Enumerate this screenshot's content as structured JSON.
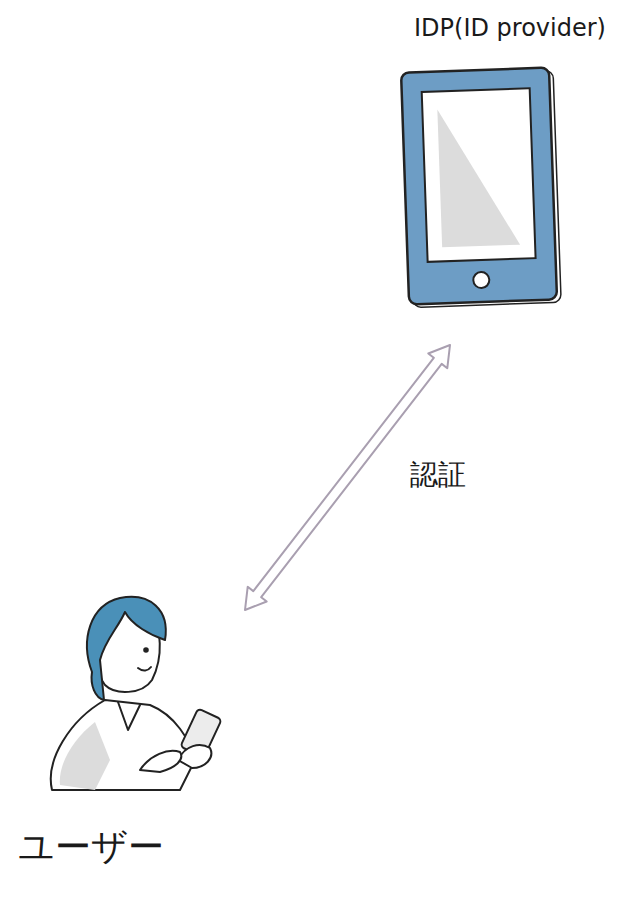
{
  "diagram": {
    "nodes": [
      {
        "text": [
          "IDP(ID provider)"
        ]
      },
      {
        "text": [
          "ユーザー"
        ]
      }
    ],
    "edges": [
      {
        "from": 0,
        "to": 1,
        "label": "認証",
        "arrow": "both"
      }
    ]
  }
}
